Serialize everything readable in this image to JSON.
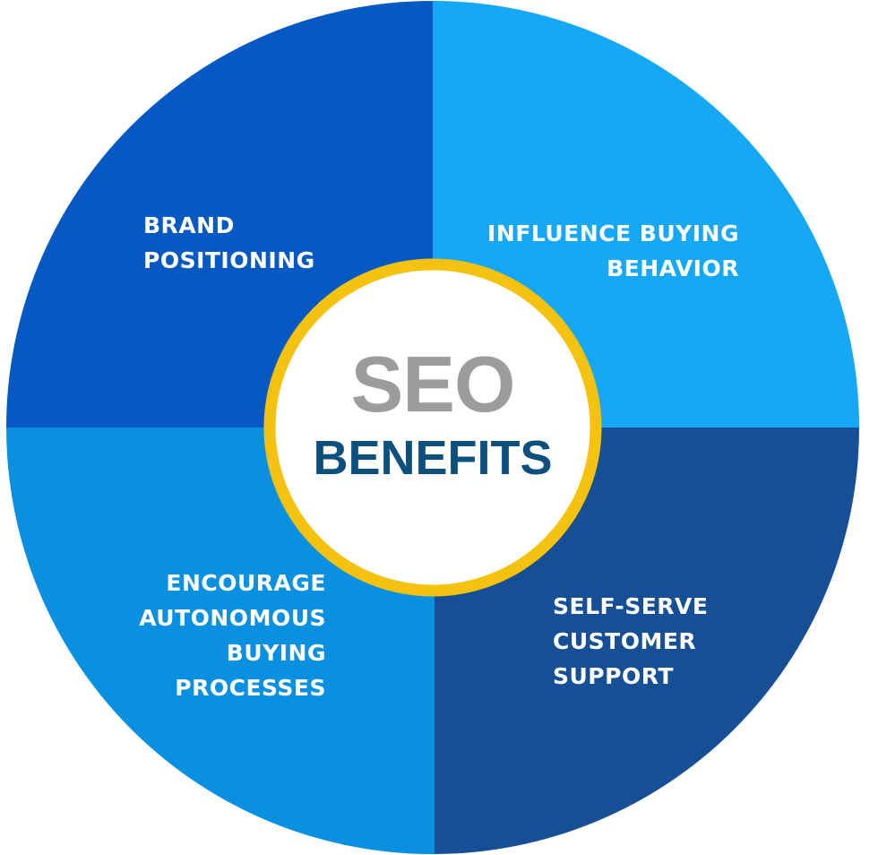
{
  "center": {
    "title": "SEO",
    "subtitle": "BENEFITS"
  },
  "quadrants": [
    {
      "label": "BRAND\nPOSITIONING",
      "color": "#0659c3"
    },
    {
      "label": "INFLUENCE BUYING\nBEHAVIOR",
      "color": "#15a8f6"
    },
    {
      "label": "ENCOURAGE\nAUTONOMOUS\nBUYING \nPROCESSES",
      "color": "#0a90e1"
    },
    {
      "label": "SELF-SERVE\nCUSTOMER\nSUPPORT",
      "color": "#174f97"
    }
  ],
  "colors": {
    "ring": "#f4c20f",
    "center_fill": "#ffffff"
  }
}
